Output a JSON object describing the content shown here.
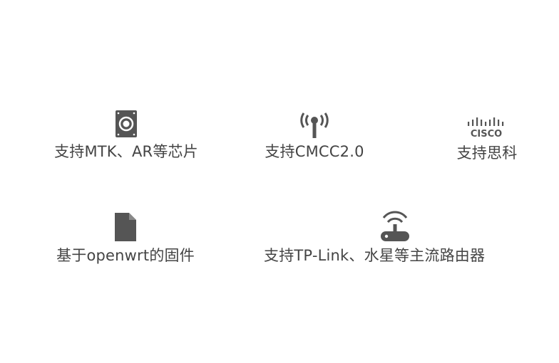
{
  "features": [
    {
      "icon": "chip-icon",
      "label": "支持MTK、AR等芯片"
    },
    {
      "icon": "antenna-icon",
      "label": "支持CMCC2.0"
    },
    {
      "icon": "cisco-logo",
      "logo_text": "CISCO",
      "label": "支持思科"
    },
    {
      "icon": "document-icon",
      "label": "基于openwrt的固件"
    },
    {
      "icon": "router-icon",
      "label": "支持TP-Link、水星等主流路由器"
    }
  ],
  "colors": {
    "icon": "#555555",
    "text": "#444444",
    "background": "#ffffff"
  }
}
